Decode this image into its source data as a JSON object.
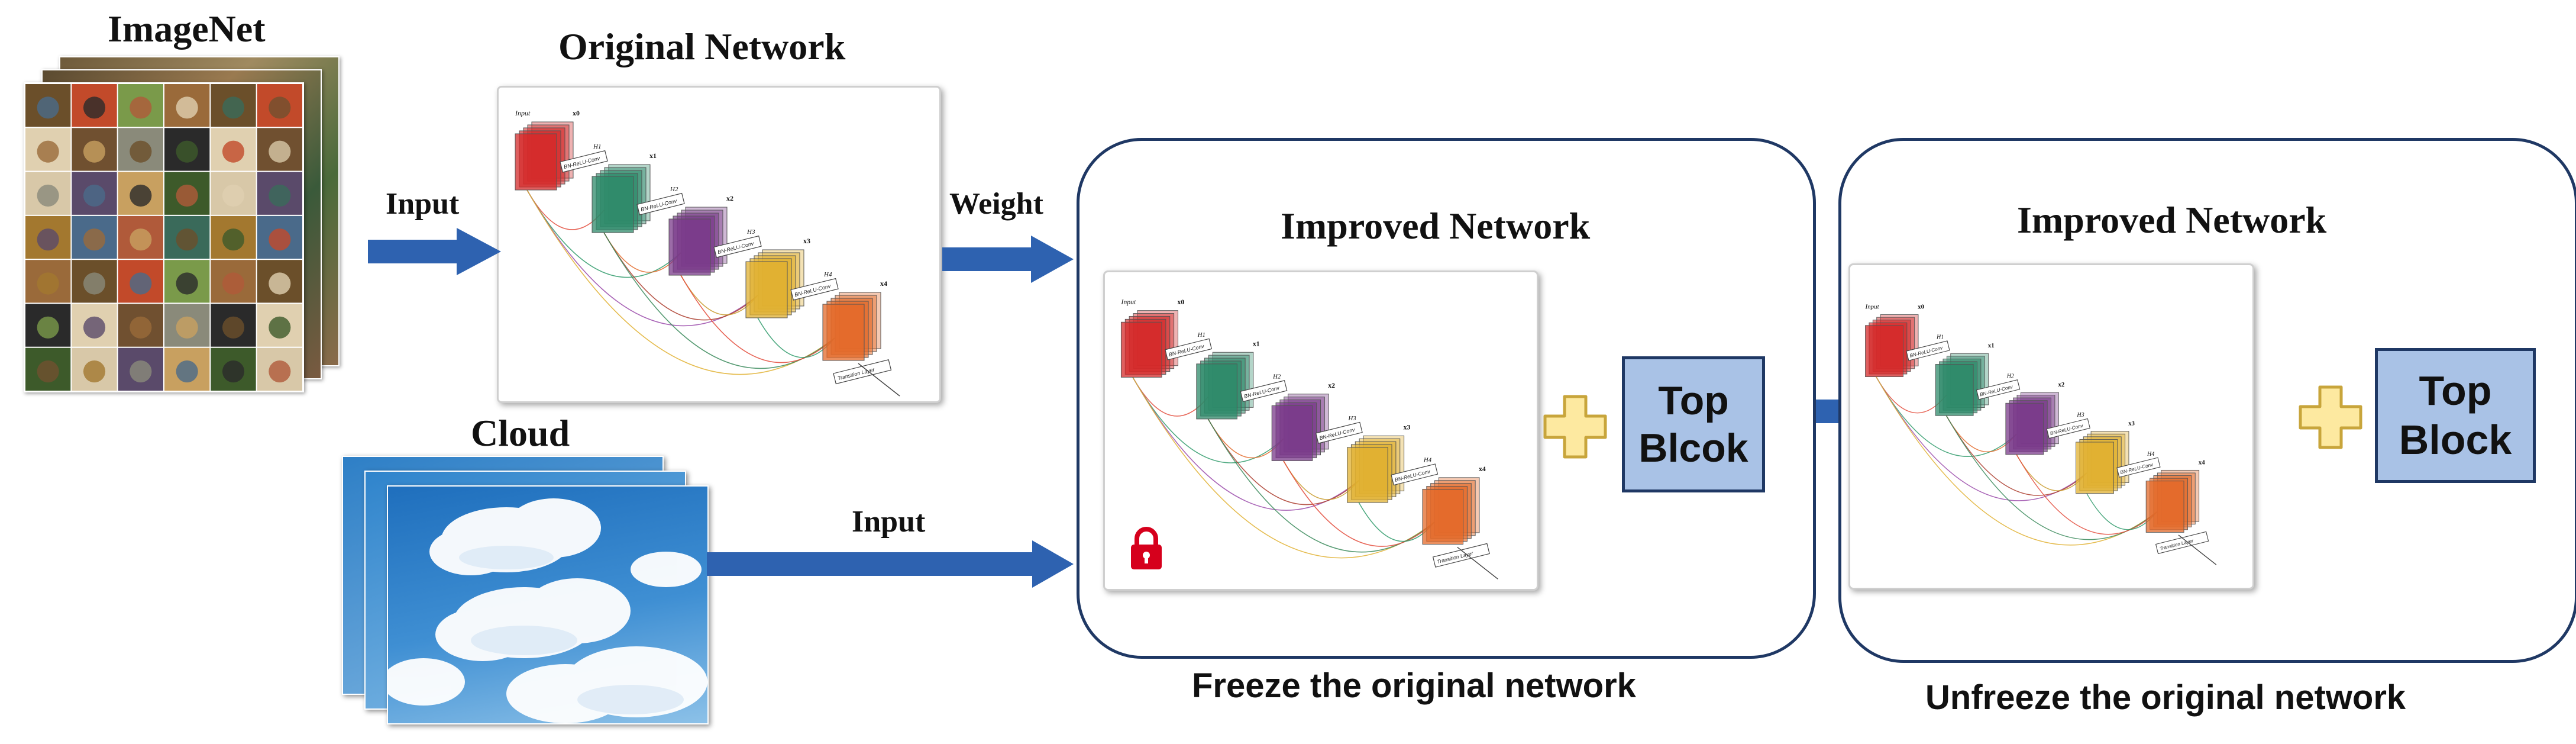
{
  "imagenet": {
    "title": "ImageNet"
  },
  "original": {
    "title": "Original Network"
  },
  "arrows": {
    "input_top": "Input",
    "weight": "Weight",
    "input_bottom": "Input"
  },
  "cloud": {
    "title": "Cloud"
  },
  "frozen": {
    "title": "Improved Network",
    "top_block": "Top Blcok",
    "caption": "Freeze the original network"
  },
  "unfrozen": {
    "title": "Improved Network",
    "top_block": "Top Block",
    "caption": "Unfreeze the original network"
  },
  "network": {
    "input_label": "Input",
    "layer_labels": [
      "H1",
      "H2",
      "H3",
      "H4"
    ],
    "feature_labels": [
      "x0",
      "x1",
      "x2",
      "x3",
      "x4"
    ],
    "op_label": "BN-ReLU-Conv",
    "transition_label": "Transition Layer"
  },
  "colors": {
    "arrow": "#2e62b0",
    "frame": "#1f3864",
    "top_block_fill": "#a9c2e6",
    "plus_fill": "#fde9a0",
    "plus_stroke": "#c8a53b",
    "lock": "#d6001c",
    "block1": "#d42a2a",
    "block2": "#2e8a6a",
    "block3": "#7a3a8a",
    "block4": "#e0b030",
    "block5": "#e36a2a"
  }
}
